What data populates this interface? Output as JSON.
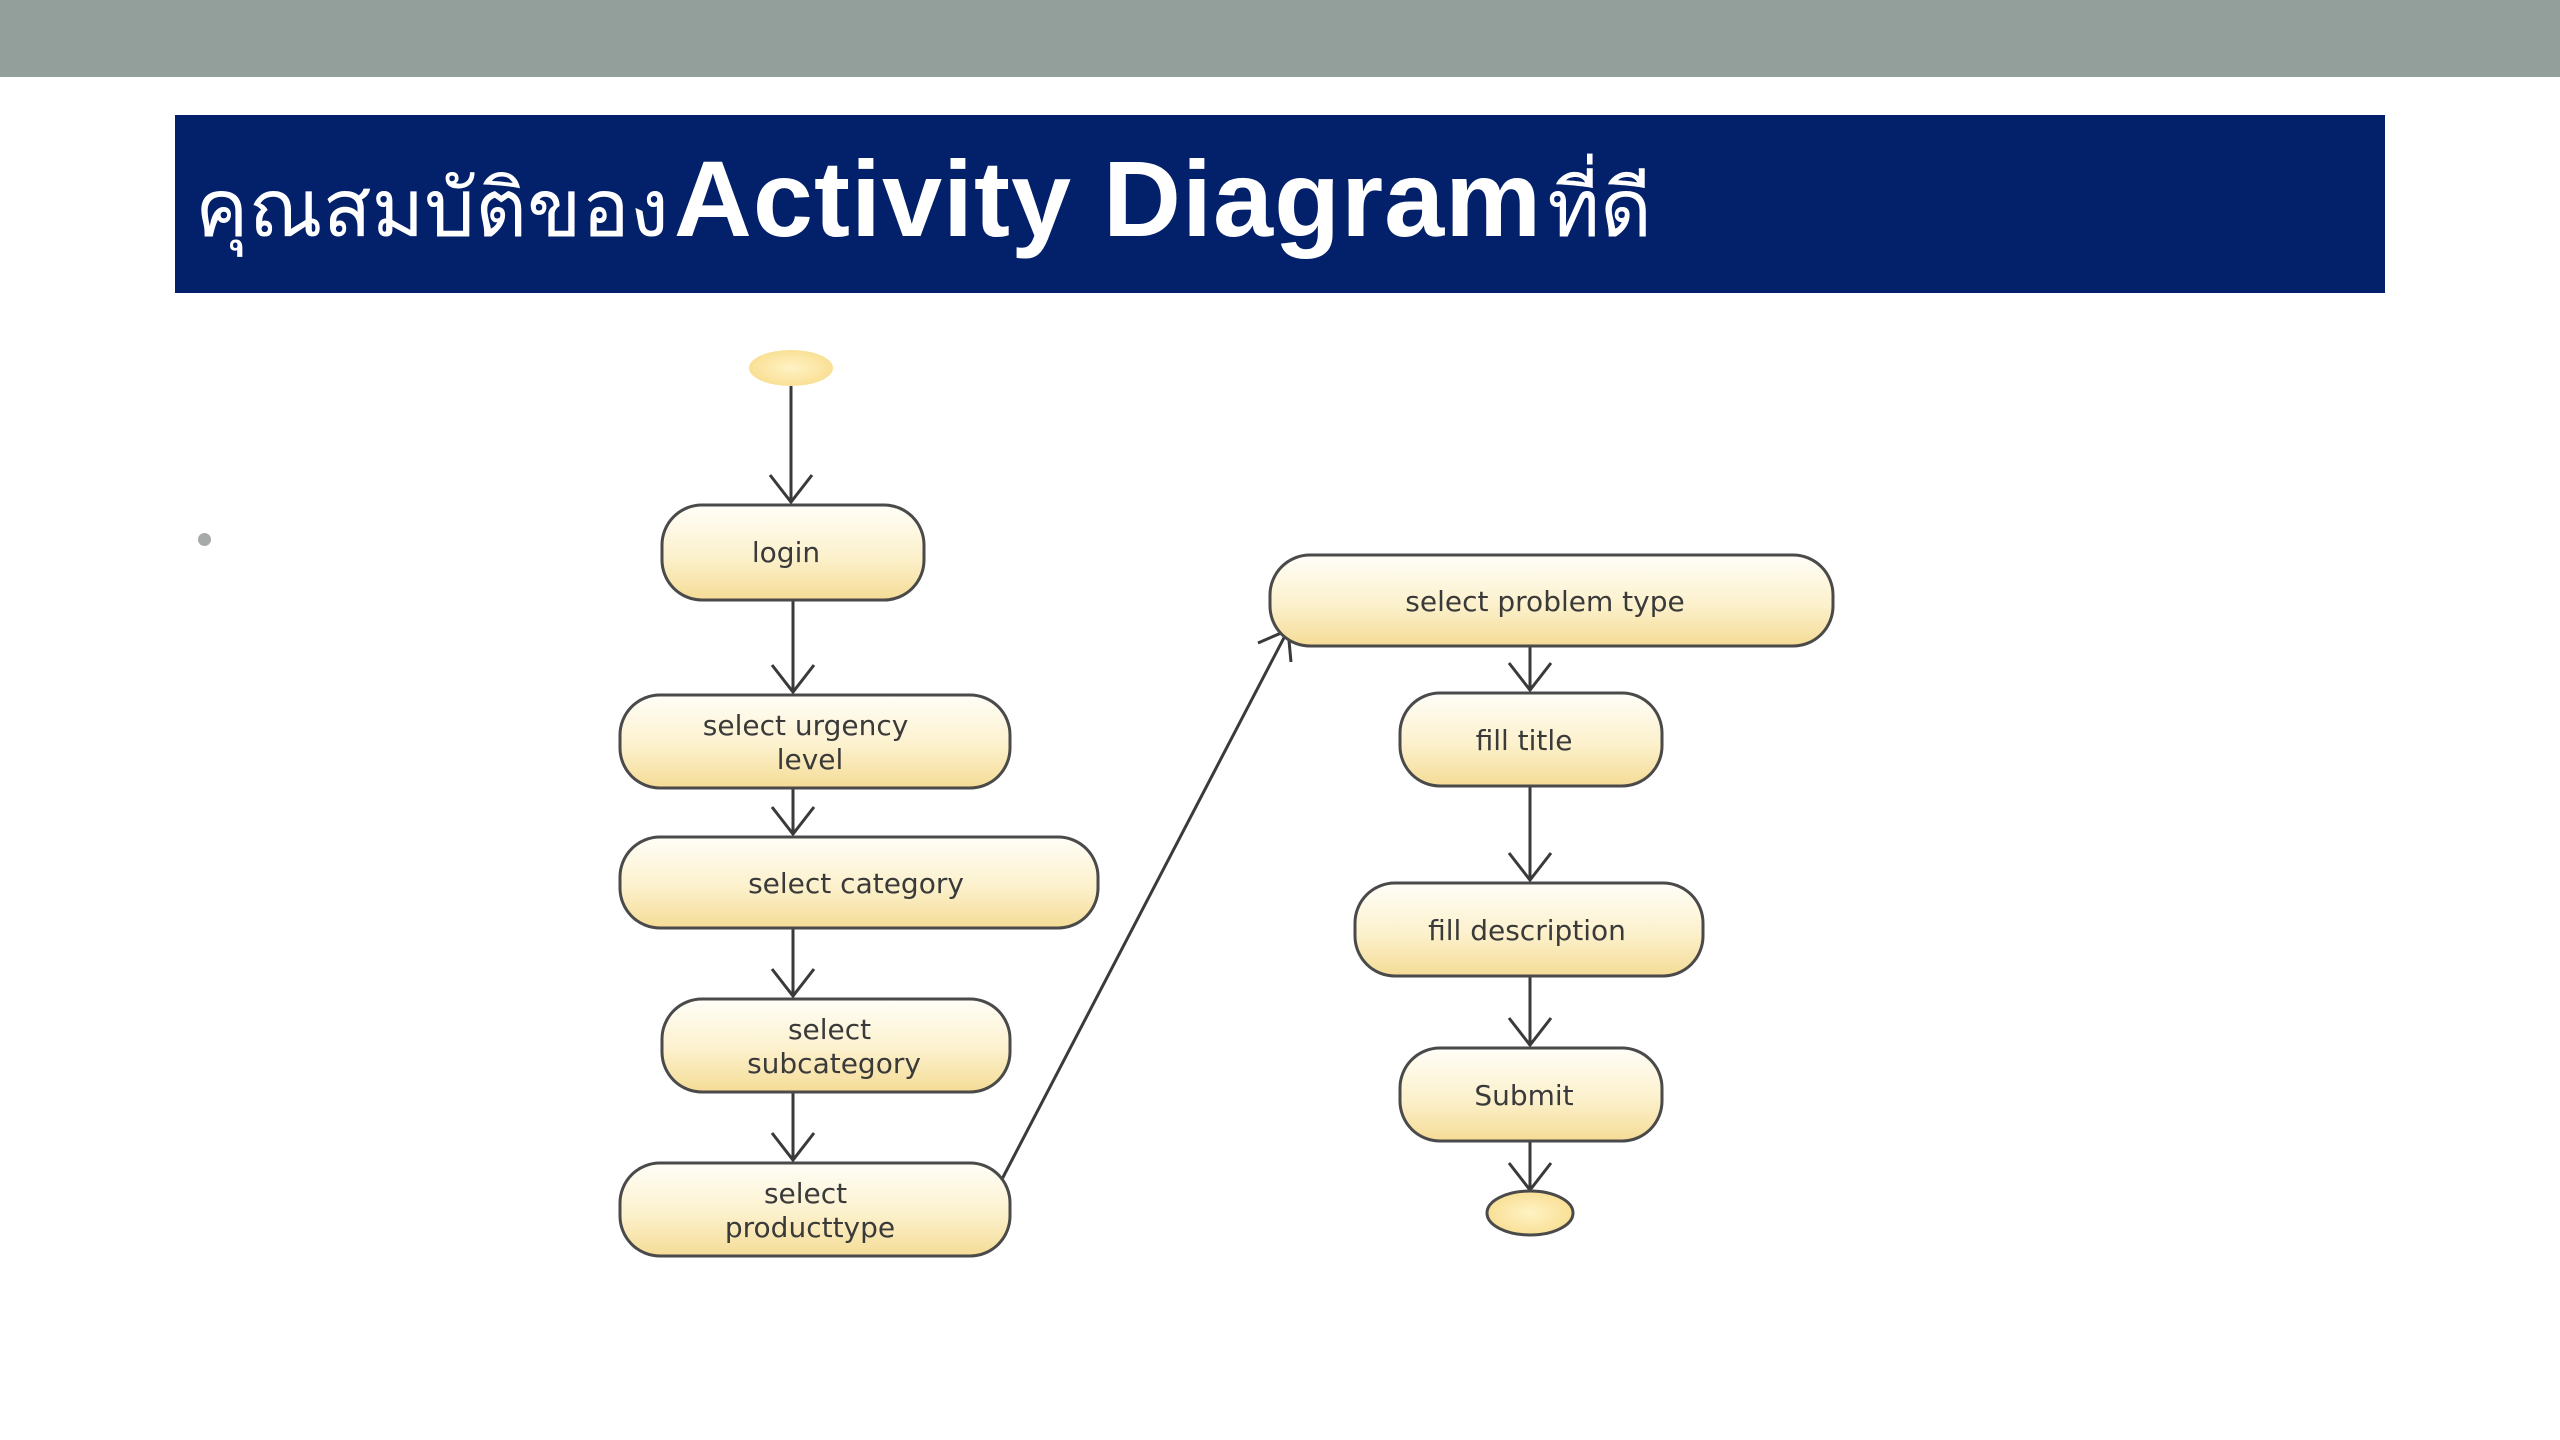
{
  "slide": {
    "title_thai_prefix": "คุณสมบัติของ",
    "title_latin": "Activity Diagram",
    "title_thai_suffix": "ที่ดี"
  },
  "diagram": {
    "nodes": [
      {
        "id": "login",
        "lines": [
          "login"
        ]
      },
      {
        "id": "urgency",
        "lines": [
          "select urgency",
          "level"
        ]
      },
      {
        "id": "category",
        "lines": [
          "select category"
        ]
      },
      {
        "id": "subcategory",
        "lines": [
          "select",
          "subcategory"
        ]
      },
      {
        "id": "producttype",
        "lines": [
          "select",
          "producttype"
        ]
      },
      {
        "id": "problemtype",
        "lines": [
          "select problem type"
        ]
      },
      {
        "id": "title",
        "lines": [
          "fill title"
        ]
      },
      {
        "id": "description",
        "lines": [
          "fill description"
        ]
      },
      {
        "id": "submit",
        "lines": [
          "Submit"
        ]
      }
    ]
  },
  "colors": {
    "top_bar": "#939f9a",
    "title_band": "#03206a",
    "node_fill_top": "#fffef8",
    "node_fill_bottom": "#f7e2a3",
    "node_stroke": "#4a4a4a",
    "arrow": "#3a3a3a"
  }
}
